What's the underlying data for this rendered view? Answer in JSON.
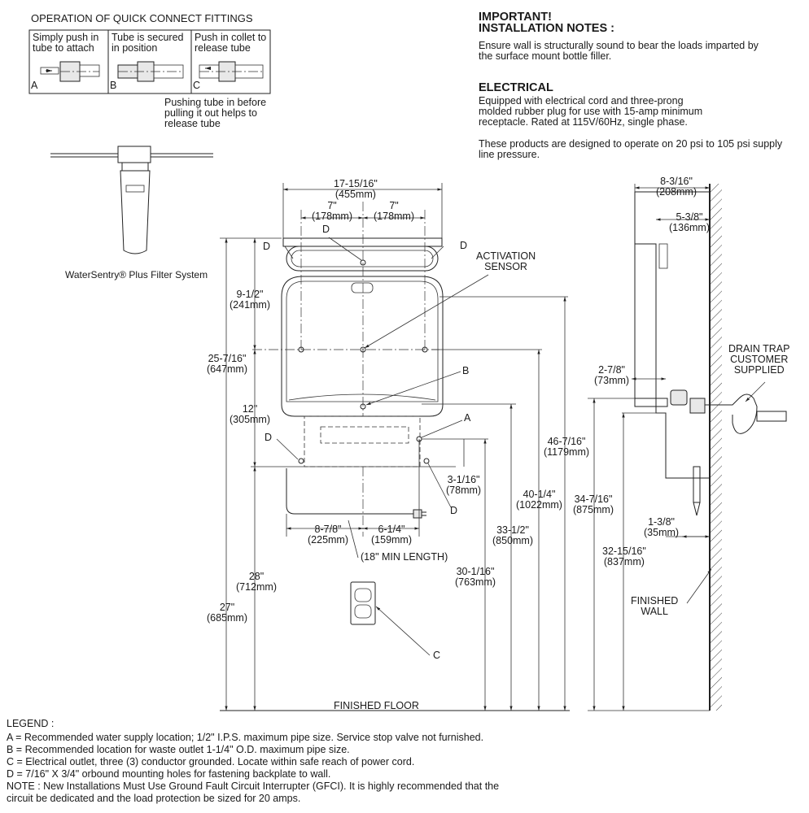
{
  "quick_connect": {
    "title": "OPERATION OF QUICK CONNECT FITTINGS",
    "cells": [
      {
        "text": "Simply push in\ntube to attach",
        "letter": "A"
      },
      {
        "text": "Tube is secured\nin position",
        "letter": "B"
      },
      {
        "text": "Push in collet to\nrelease tube",
        "letter": "C"
      }
    ],
    "note": "Pushing tube in before\npulling it out helps to\nrelease tube"
  },
  "filter": {
    "caption": "WaterSentry® Plus Filter System"
  },
  "important": {
    "heading": "IMPORTANT!",
    "subheading": "INSTALLATION NOTES :",
    "text": "Ensure wall is structurally sound to bear the loads imparted by\nthe surface mount bottle filler."
  },
  "electrical": {
    "heading": "ELECTRICAL",
    "text": "Equipped with electrical cord and three-prong\nmolded rubber plug for use with 15-amp minimum\nreceptacle. Rated at 115V/60Hz, single phase.",
    "pressure": "These products are designed to operate on 20 psi to 105 psi supply\nline pressure."
  },
  "front_dims": {
    "width": "17-15/16\"\n(455mm)",
    "left7": "7\"\n(178mm)",
    "right7": "7\"\n(178mm)",
    "d1": "D",
    "d2": "D",
    "d3": "D",
    "d4": "D",
    "d5": "D",
    "activation": "ACTIVATION\nSENSOR",
    "h9": "9-1/2\"\n(241mm)",
    "h25": "25-7/16\"\n(647mm)",
    "h12": "12\"\n(305mm)",
    "h28": "28\"\n(712mm)",
    "h27": "27\"\n(685mm)",
    "b": "B",
    "a": "A",
    "c": "C",
    "h46": "46-7/16\"\n(1179mm)",
    "h40": "40-1/4\"\n(1022mm)",
    "h33": "33-1/2\"\n(850mm)",
    "h30": "30-1/16\"\n(763mm)",
    "h3": "3-1/16\"\n(78mm)",
    "w8": "8-7/8\"\n(225mm)",
    "w6": "6-1/4\"\n(159mm)",
    "cord": "(18\" MIN LENGTH)",
    "floor": "FINISHED FLOOR"
  },
  "side_dims": {
    "depth": "8-3/16\"\n(208mm)",
    "d538": "5-3/8\"\n(136mm)",
    "drain": "DRAIN TRAP\nCUSTOMER\nSUPPLIED",
    "d278": "2-7/8\"\n(73mm)",
    "h34": "34-7/16\"\n(875mm)",
    "d138": "1-3/8\"\n(35mm)",
    "h32": "32-15/16\"\n(837mm)",
    "wall": "FINISHED\nWALL"
  },
  "legend": {
    "title": "LEGEND :",
    "lines": [
      "A = Recommended water supply location; 1/2\" I.P.S. maximum pipe size. Service stop valve not furnished.",
      "B = Recommended location for waste outlet 1-1/4\" O.D. maximum pipe size.",
      "C = Electrical outlet, three (3) conductor grounded. Locate within safe reach of power cord.",
      "D = 7/16\" X 3/4\" orbound mounting holes for fastening backplate to wall.",
      "NOTE : New Installations Must Use Ground Fault Circuit Interrupter (GFCI). It is highly recommended that the",
      "circuit be dedicated and the load protection be sized for 20 amps."
    ]
  }
}
